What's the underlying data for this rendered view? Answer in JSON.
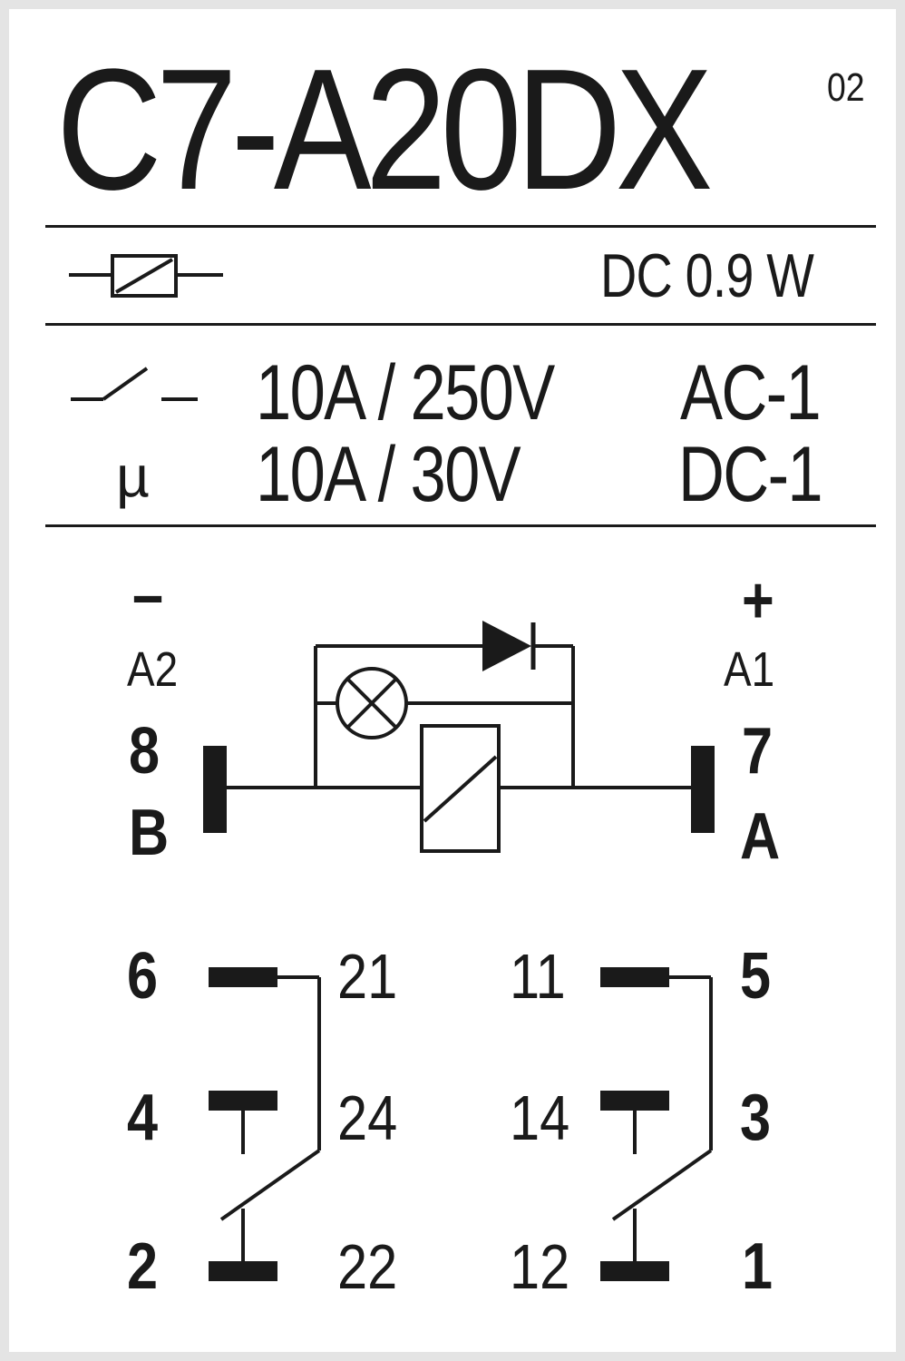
{
  "title": "C7-A20DX",
  "revision": "02",
  "coil": {
    "symbol": "coil-icon",
    "rating": "DC 0.9 W"
  },
  "contacts": {
    "symbol": "switch-contact-icon",
    "micro_symbol": "µ",
    "rows": [
      {
        "current_voltage": "10A / 250V",
        "category": "AC-1"
      },
      {
        "current_voltage": "10A / 30V",
        "category": "DC-1"
      }
    ]
  },
  "diagram": {
    "minus": "–",
    "plus": "+",
    "left_terminal": {
      "name": "A2",
      "pin": "8",
      "letter": "B"
    },
    "right_terminal": {
      "name": "A1",
      "pin": "7",
      "letter": "A"
    },
    "left_group": {
      "pins": [
        "6",
        "4",
        "2"
      ],
      "contacts": [
        "21",
        "24",
        "22"
      ]
    },
    "right_group": {
      "pins": [
        "5",
        "3",
        "1"
      ],
      "contacts": [
        "11",
        "14",
        "12"
      ]
    }
  }
}
